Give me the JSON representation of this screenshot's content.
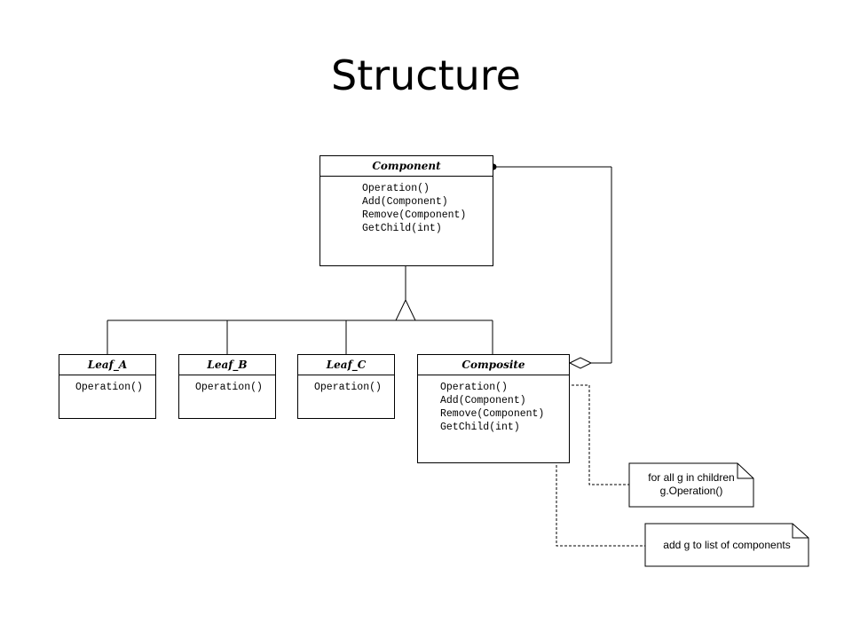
{
  "title": "Structure",
  "component": {
    "name": "Component",
    "operations": [
      "Operation()",
      "Add(Component)",
      "Remove(Component)",
      "GetChild(int)"
    ]
  },
  "leaves": [
    {
      "name": "Leaf_A",
      "operation": "Operation()"
    },
    {
      "name": "Leaf_B",
      "operation": "Operation()"
    },
    {
      "name": "Leaf_C",
      "operation": "Operation()"
    }
  ],
  "composite": {
    "name": "Composite",
    "operations": [
      "Operation()",
      "Add(Component)",
      "Remove(Component)",
      "GetChild(int)"
    ]
  },
  "notes": {
    "operation_note": [
      "for all g in children",
      "g.Operation()"
    ],
    "add_note": "add g to list of components"
  }
}
